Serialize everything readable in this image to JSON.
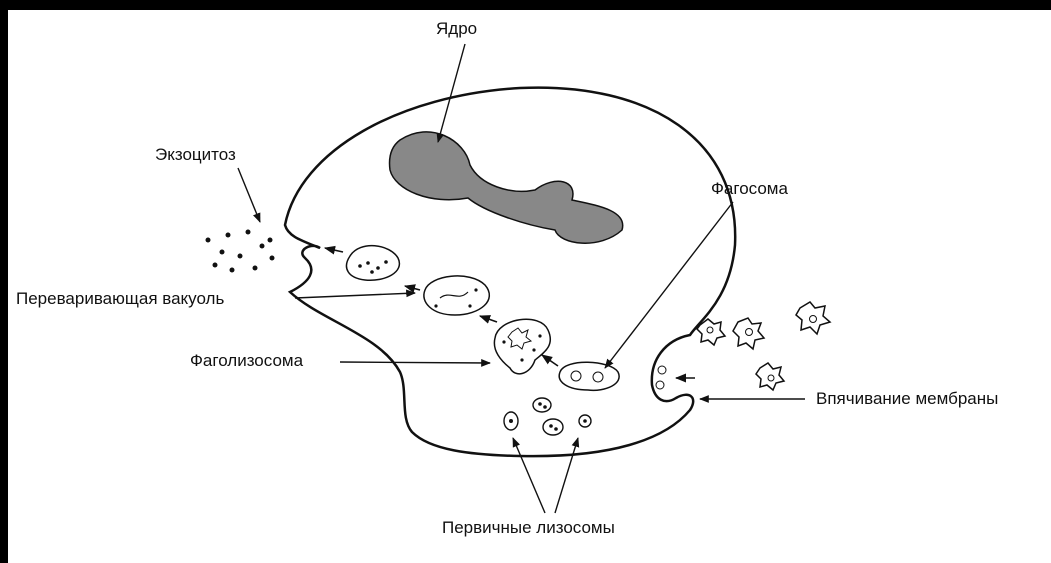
{
  "diagram": {
    "labels": {
      "nucleus": "Ядро",
      "exocytosis": "Экзоцитоз",
      "phagosome": "Фагосома",
      "digestive_vacuole": "Переваривающая вакуоль",
      "phagolysosome": "Фаголизосома",
      "invagination": "Впячивание мембраны",
      "primary_lysosomes": "Первичные лизосомы"
    }
  }
}
